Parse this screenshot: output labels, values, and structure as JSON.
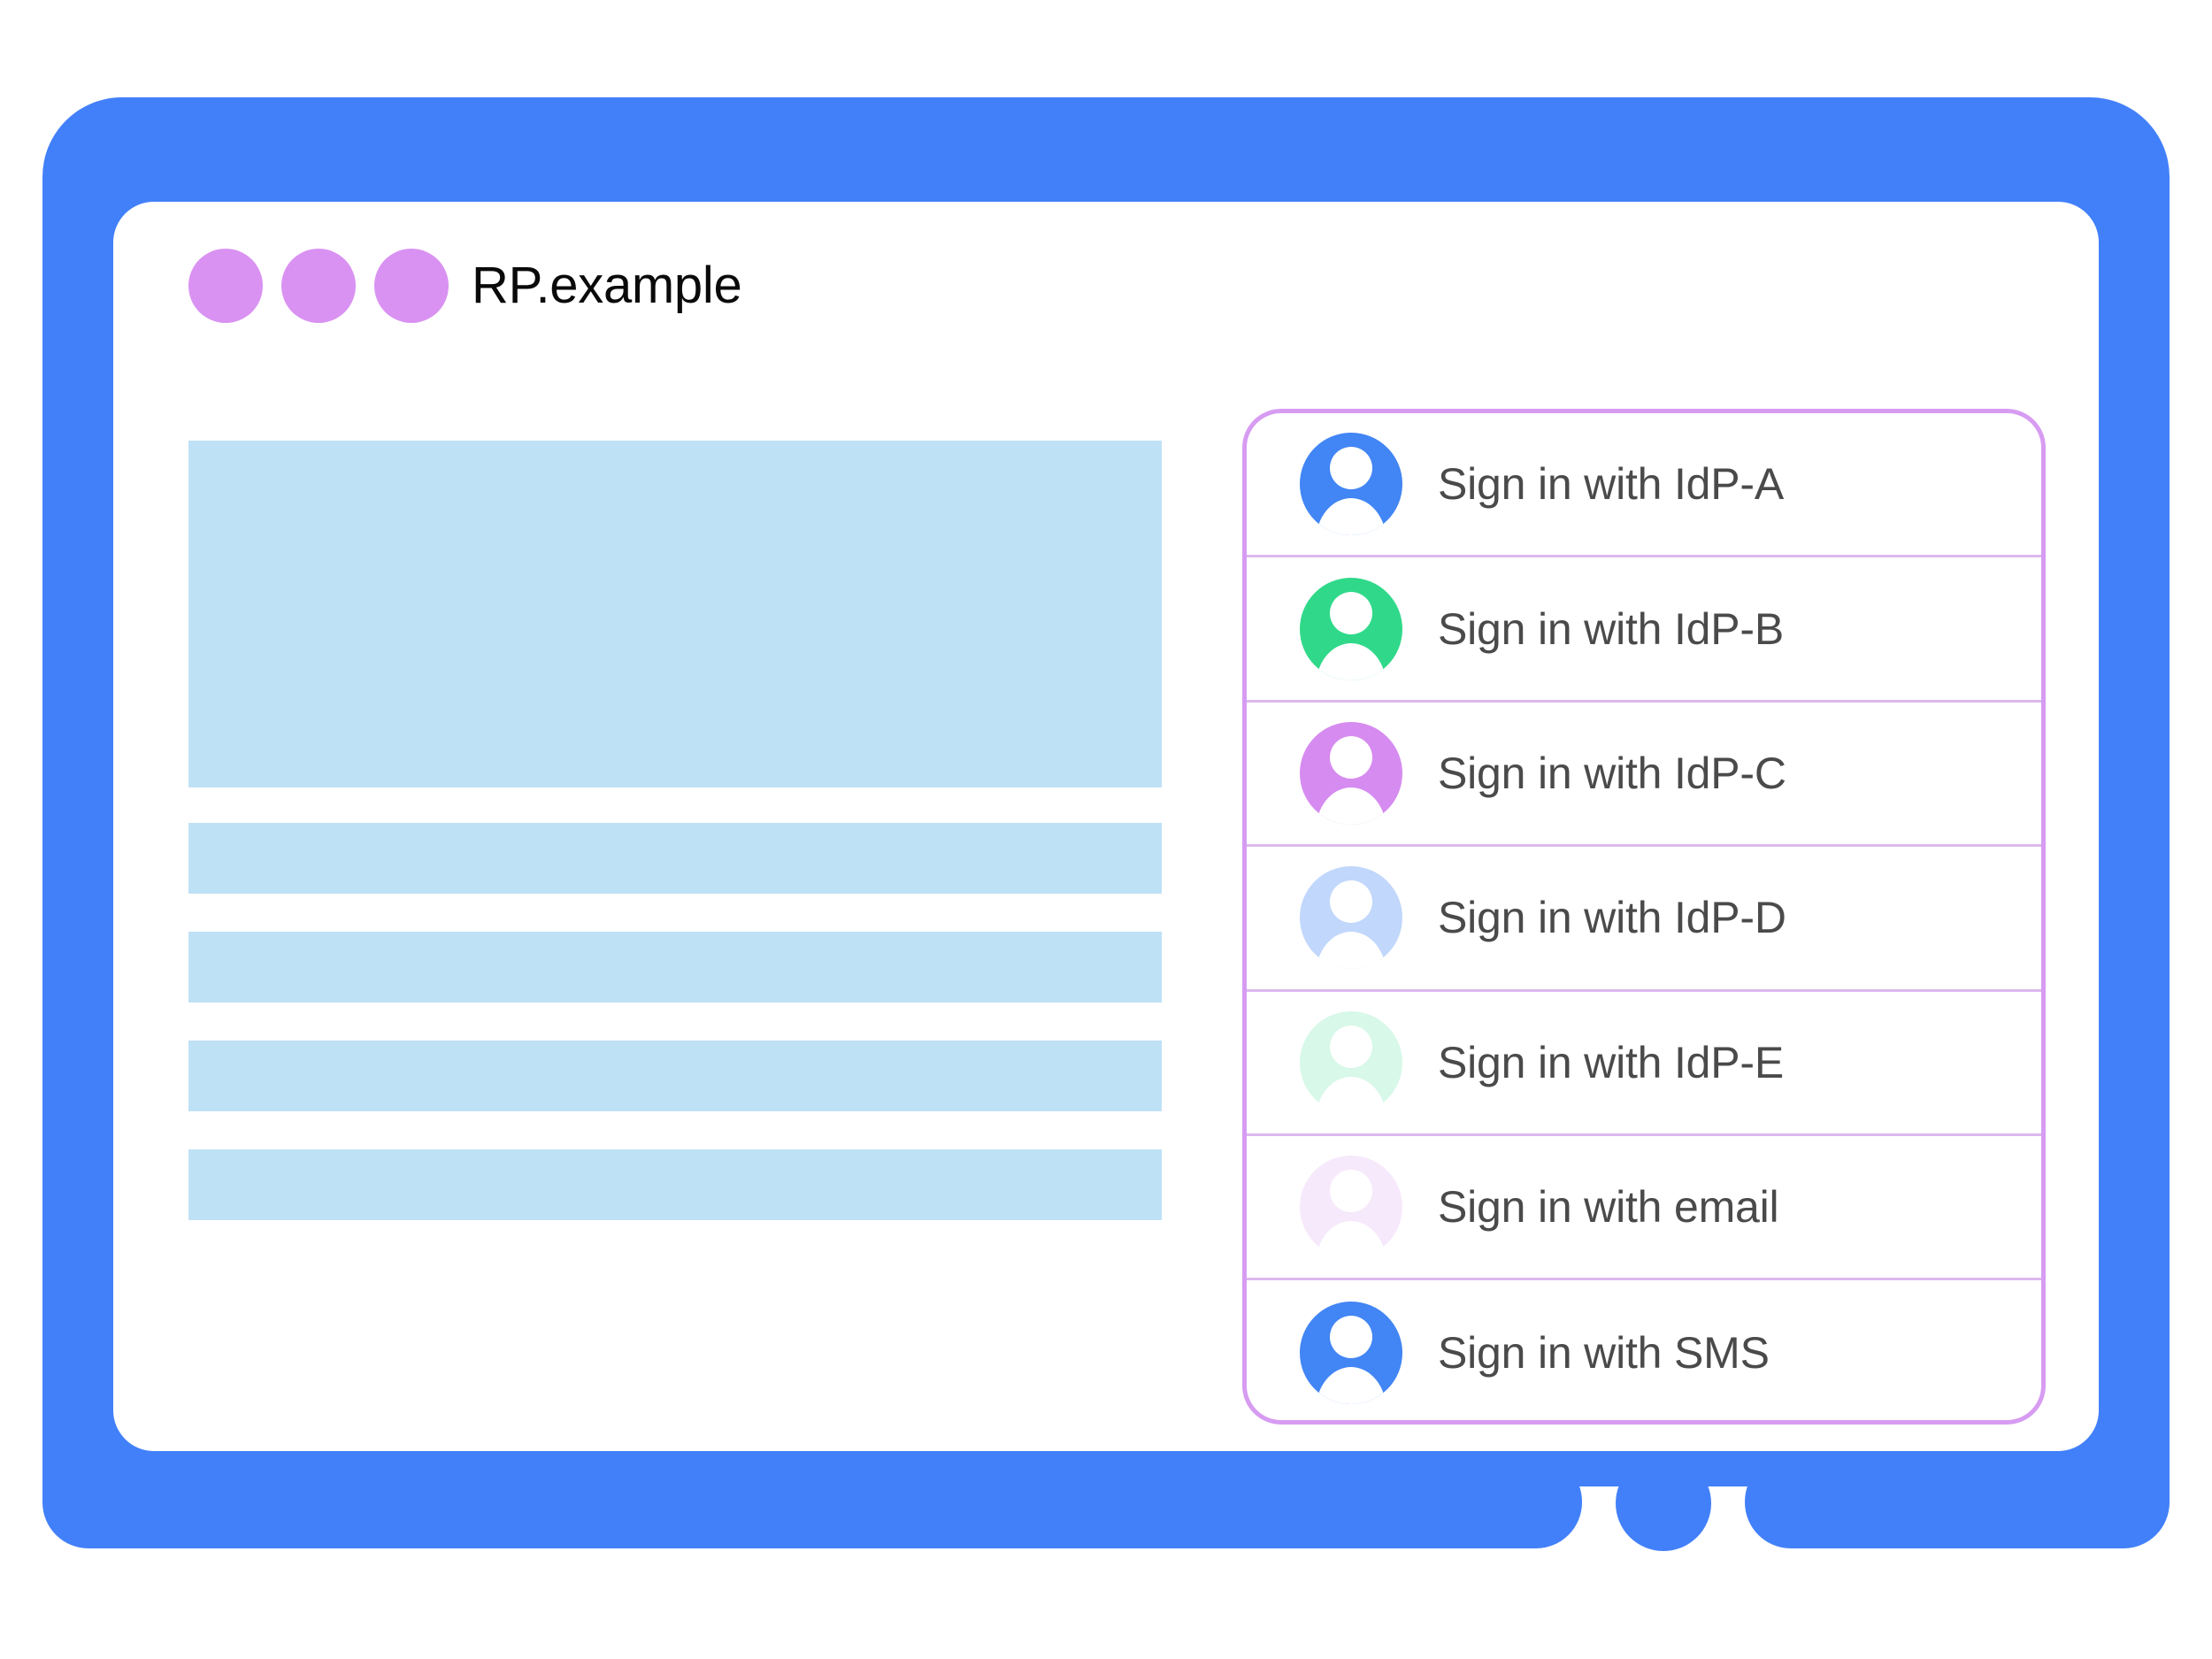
{
  "window": {
    "frame_color": "#4280FA",
    "screen_background": "#FFFFFF",
    "home_button_name": "home-button"
  },
  "titlebar": {
    "site_title": "RP.example",
    "dot_color": "#D992F2",
    "dots": [
      "window-dot-1",
      "window-dot-2",
      "window-dot-3"
    ]
  },
  "content": {
    "placeholder_color": "#BFE1F6",
    "blocks": [
      {
        "name": "hero-placeholder-block",
        "kind": "hero"
      },
      {
        "name": "text-placeholder-bar-1",
        "kind": "bar"
      },
      {
        "name": "text-placeholder-bar-2",
        "kind": "bar"
      },
      {
        "name": "text-placeholder-bar-3",
        "kind": "bar"
      },
      {
        "name": "text-placeholder-bar-4",
        "kind": "bar"
      }
    ]
  },
  "signin_panel": {
    "border_color": "#D79CF2",
    "divider_color": "#DCB8EE",
    "label_color": "#4A4A4A",
    "items": [
      {
        "label": "Sign in with IdP-A",
        "avatar_color": "#4285F4",
        "opacity": 1,
        "icon": "person-avatar-icon"
      },
      {
        "label": "Sign in with IdP-B",
        "avatar_color": "#30D98A",
        "opacity": 1,
        "icon": "person-avatar-icon"
      },
      {
        "label": "Sign in with IdP-C",
        "avatar_color": "#D68BF0",
        "opacity": 1,
        "icon": "person-avatar-icon"
      },
      {
        "label": "Sign in with IdP-D",
        "avatar_color": "#4285F4",
        "opacity": 0.32,
        "icon": "person-avatar-icon"
      },
      {
        "label": "Sign in with IdP-E",
        "avatar_color": "#30D98A",
        "opacity": 0.18,
        "icon": "person-avatar-icon"
      },
      {
        "label": "Sign in with email",
        "avatar_color": "#D68BF0",
        "opacity": 0.18,
        "icon": "person-avatar-icon"
      },
      {
        "label": "Sign in with SMS",
        "avatar_color": "#4285F4",
        "opacity": 1,
        "icon": "person-avatar-icon"
      }
    ]
  }
}
